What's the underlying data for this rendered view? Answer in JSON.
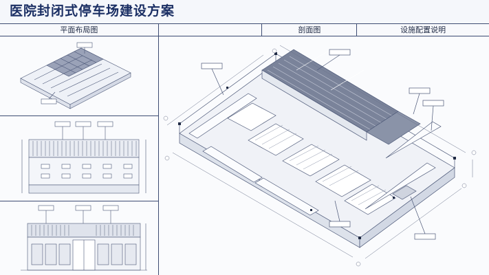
{
  "title": "医院封闭式停车场建设方案",
  "headers": {
    "plan": "平面布局图",
    "section": "剖面图",
    "config": "设施配置说明"
  },
  "colors": {
    "title": "#1b2f64",
    "line": "#3c4b72",
    "drawing": "#4a5676",
    "roof": "#6b748c"
  }
}
